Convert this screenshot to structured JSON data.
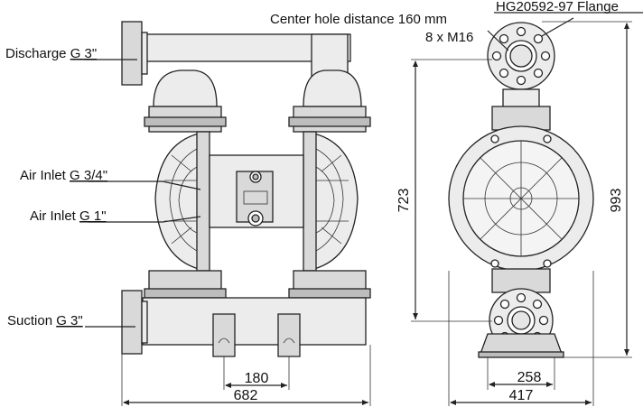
{
  "labels": {
    "discharge": "Discharge G 3\"",
    "air_inlet_34": "Air Inlet G 3/4\"",
    "air_inlet_1": "Air Inlet G 1\"",
    "suction": "Suction G 3\"",
    "center_hole": "Center hole distance 160 mm",
    "bolts": "8 x M16",
    "flange": "HG20592-97 Flange"
  },
  "dimensions": {
    "port_spacing": "180",
    "overall_width": "682",
    "height_side": "723",
    "height_total": "993",
    "base_width": "258",
    "side_width": "417"
  }
}
